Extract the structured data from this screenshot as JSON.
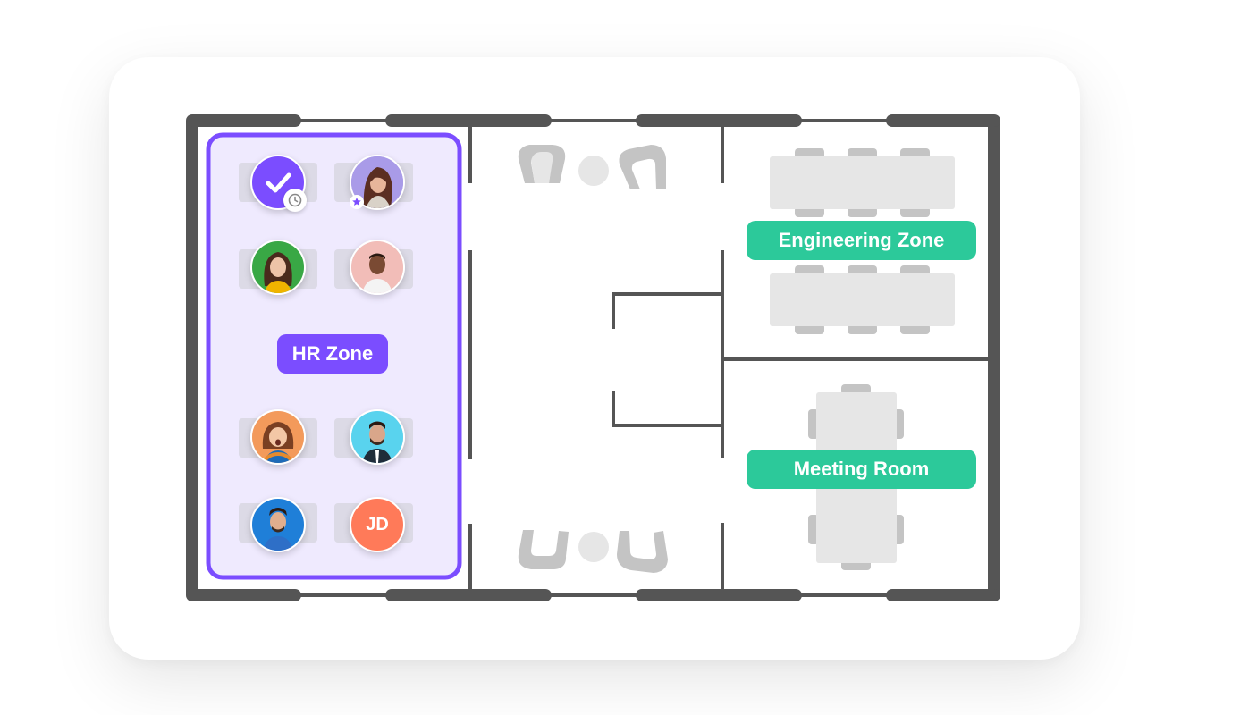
{
  "zones": {
    "hr": {
      "label": "HR Zone",
      "color": "#7B4DFF",
      "fill": "#EFEAFE"
    },
    "engineering": {
      "label": "Engineering Zone",
      "color": "#2CC99A"
    },
    "meeting": {
      "label": "Meeting Room",
      "color": "#2CC99A"
    }
  },
  "colors": {
    "wall": "#555555",
    "furniture": "#E6E6E6",
    "furniture_dark": "#C2C2C2"
  },
  "desks": {
    "booked_desk": {
      "status_icon": "check-icon",
      "badge_icon": "clock-icon"
    },
    "favorite_desk": {
      "badge_icon": "star-icon"
    },
    "initials_avatar": {
      "initials": "JD",
      "color": "#FF7A59"
    }
  }
}
